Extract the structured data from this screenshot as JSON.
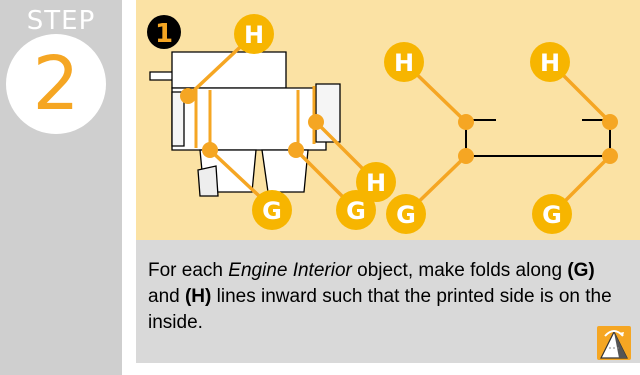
{
  "step": {
    "label": "STEP",
    "number": "2"
  },
  "illustration": {
    "sub_step": "1",
    "labels": {
      "h": "H",
      "g": "G"
    }
  },
  "instruction": {
    "part1": "For each ",
    "object_name": "Engine Interior",
    "part2": " object, make folds along ",
    "g_ref": "(G)",
    "part3": " and ",
    "h_ref": "(H)",
    "part4": " lines inward such that the printed side is on the inside."
  },
  "colors": {
    "accent": "#f5a623",
    "marker": "#f7b500",
    "illustration_bg": "#fbe2a4",
    "panel_bg": "#d9d9d9",
    "step_bg": "#cfcfcf"
  },
  "icons": {
    "fold": "fold-inward-icon"
  }
}
